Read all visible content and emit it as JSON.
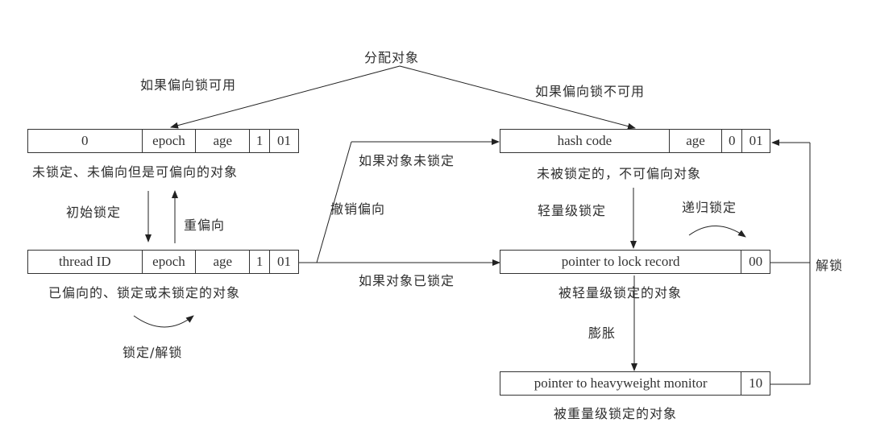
{
  "title": "分配对象",
  "branch_labels": {
    "biased_available": "如果偏向锁可用",
    "biased_unavailable": "如果偏向锁不可用"
  },
  "states": {
    "unlocked_biasable": {
      "fields": [
        "0",
        "epoch",
        "age",
        "1",
        "01"
      ],
      "caption": "未锁定、未偏向但是可偏向的对象"
    },
    "biased": {
      "fields": [
        "thread ID",
        "epoch",
        "age",
        "1",
        "01"
      ],
      "caption": "已偏向的、锁定或未锁定的对象"
    },
    "unlocked_unbiasable": {
      "fields": [
        "hash code",
        "age",
        "0",
        "01"
      ],
      "caption": "未被锁定的，不可偏向对象"
    },
    "lightweight": {
      "fields": [
        "pointer to lock record",
        "00"
      ],
      "caption": "被轻量级锁定的对象"
    },
    "heavyweight": {
      "fields": [
        "pointer to heavyweight monitor",
        "10"
      ],
      "caption": "被重量级锁定的对象"
    }
  },
  "transitions": {
    "initial_lock": "初始锁定",
    "rebias": "重偏向",
    "lock_unlock": "锁定/解锁",
    "revoke_bias": "撤销偏向",
    "if_unlocked": "如果对象未锁定",
    "if_locked": "如果对象已锁定",
    "lightweight_lock": "轻量级锁定",
    "recursive_lock": "递归锁定",
    "inflate": "膨胀",
    "unlock": "解锁"
  }
}
